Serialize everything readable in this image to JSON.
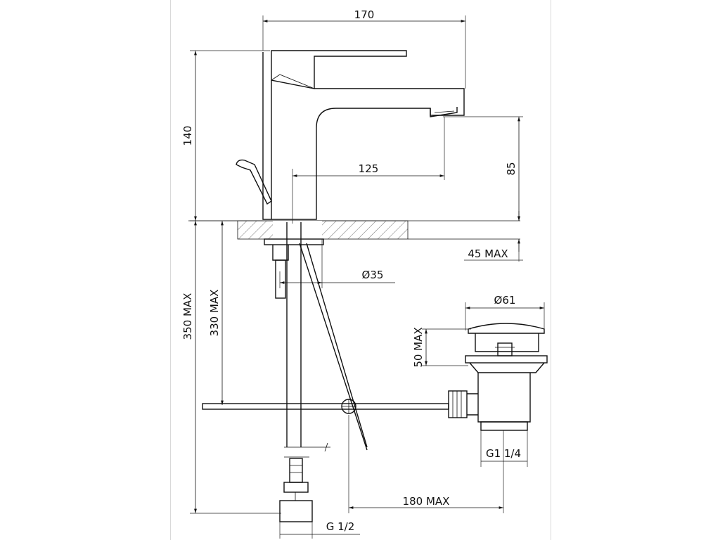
{
  "dimensions": {
    "width_170": "170",
    "height_140": "140",
    "reach_125": "125",
    "spout_height_85": "85",
    "deck_45": "45 MAX",
    "hole_35": "Ø35",
    "waste_61": "Ø61",
    "waste_50": "50 MAX",
    "total_350": "350 MAX",
    "hose_330": "330 MAX",
    "rod_180": "180 MAX",
    "thread_g114": "G1 1/4",
    "thread_g12": "G 1/2"
  },
  "colors": {
    "line": "#111111",
    "hatch": "#333333",
    "page_border": "#d9d9d9"
  }
}
